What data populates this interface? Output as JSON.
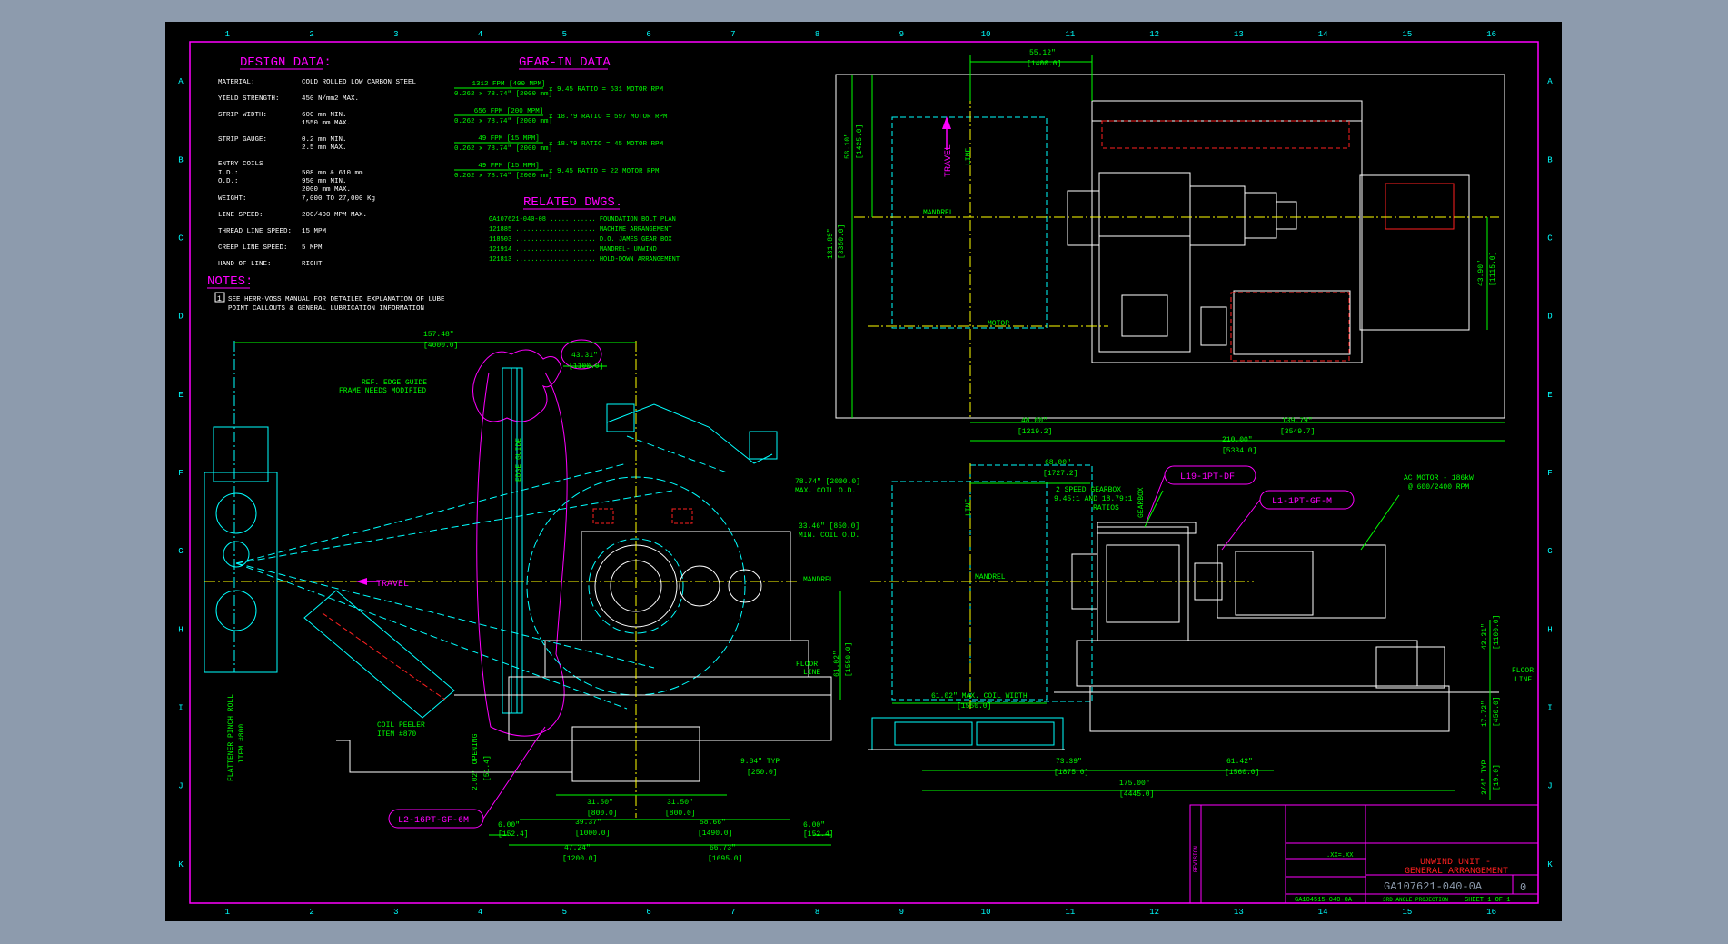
{
  "colors": {
    "background": "#8d9bad",
    "sheet": "#000000",
    "border": "#ff00ff",
    "cyan": "#00ffff",
    "green": "#00ff00",
    "white": "#ffffff",
    "yellow": "#ffff00",
    "red": "#ff2020"
  },
  "grid": {
    "columns": [
      "1",
      "2",
      "3",
      "4",
      "5",
      "6",
      "7",
      "8",
      "9",
      "10",
      "11",
      "12",
      "13",
      "14",
      "15",
      "16"
    ],
    "rows": [
      "A",
      "B",
      "C",
      "D",
      "E",
      "F",
      "G",
      "H",
      "I",
      "J",
      "K"
    ]
  },
  "design_data": {
    "heading": "DESIGN DATA:",
    "rows": [
      {
        "label": "MATERIAL:",
        "value": "COLD ROLLED LOW CARBON STEEL"
      },
      {
        "label": "YIELD STRENGTH:",
        "value": "450 N/mm2 MAX."
      },
      {
        "label": "STRIP WIDTH:",
        "value": "600 mm MIN."
      },
      {
        "label": "",
        "value": "1550 mm MAX."
      },
      {
        "label": "STRIP GAUGE:",
        "value": "0.2 mm MIN."
      },
      {
        "label": "",
        "value": "2.5 mm MAX."
      },
      {
        "label": "ENTRY COILS",
        "value": ""
      },
      {
        "label": "   I.D.:",
        "value": "508 mm & 610 mm"
      },
      {
        "label": "   O.D.:",
        "value": "950 mm MIN."
      },
      {
        "label": "",
        "value": "2000 mm MAX."
      },
      {
        "label": "   WEIGHT:",
        "value": "7,000 TO 27,000 Kg"
      },
      {
        "label": "LINE SPEED:",
        "value": "200/400 MPM MAX."
      },
      {
        "label": "THREAD LINE SPEED:",
        "value": "15 MPM"
      },
      {
        "label": "CREEP LINE SPEED:",
        "value": "5 MPM"
      },
      {
        "label": "HAND OF LINE:",
        "value": "RIGHT"
      }
    ]
  },
  "notes": {
    "heading": "NOTES:",
    "item_number": "1",
    "line1": "SEE HERR-VOSS MANUAL FOR DETAILED EXPLANATION OF LUBE",
    "line2": "POINT CALLOUTS & GENERAL LUBRICATION INFORMATION"
  },
  "gear_in_data": {
    "heading": "GEAR-IN DATA",
    "rows": [
      {
        "num": "1312 FPM [400 MPM]",
        "den": "0.262 x 78.74\" [2000 mm]",
        "result": "x 9.45 RATIO  =  631 MOTOR RPM"
      },
      {
        "num": "656 FPM [200 MPM]",
        "den": "0.262 x 78.74\" [2000 mm]",
        "result": "x 18.79 RATIO  =  597 MOTOR RPM"
      },
      {
        "num": "49 FPM [15 MPM]",
        "den": "0.262 x 78.74\" [2000 mm]",
        "result": "x 18.79 RATIO  =  45 MOTOR RPM"
      },
      {
        "num": "49 FPM [15 MPM]",
        "den": "0.262 x 78.74\" [2000 mm]",
        "result": "x 9.45 RATIO  =  22 MOTOR RPM"
      }
    ]
  },
  "related_dwgs": {
    "heading": "RELATED DWGS.",
    "rows": [
      "GA107621-040-08 ............ FOUNDATION BOLT PLAN",
      "121885 ..................... MACHINE ARRANGEMENT",
      "118503 ..................... D.O. JAMES GEAR BOX",
      "121914 ..................... MANDREL- UNWIND",
      "121813 ..................... HOLD-DOWN ARRANGEMENT"
    ]
  },
  "top_view": {
    "dim_top": "55.12\"",
    "dim_top_mm": "[1400.0]",
    "dim_left": "56.10\"",
    "dim_left_mm": "[1425.0]",
    "dim_left2": "131.89\"",
    "dim_left2_mm": "[3350.0]",
    "dim_right": "43.90\"",
    "dim_right_mm": "[1115.0]",
    "dim_b1": "48.00\"",
    "dim_b1_mm": "[1219.2]",
    "dim_b2": "139.79\"",
    "dim_b2_mm": "[3549.7]",
    "dim_b3": "210.00\"",
    "dim_b3_mm": "[5334.0]",
    "travel": "TRAVEL",
    "line": "LINE",
    "mandrel": "MANDREL",
    "motor": "MOTOR"
  },
  "side_view": {
    "dim_top": "157.48\"",
    "dim_top_mm": "[4000.0]",
    "dim_small": "43.31\"",
    "dim_small_mm": "[1100.0]",
    "edge_guide": "REF. EDGE GUIDE",
    "edge_guide2": "FRAME NEEDS MODIFIED",
    "edge_guide_v": "EDGE GUIDE",
    "coil_max": "78.74\" [2000.0]",
    "coil_max2": "MAX. COIL O.D.",
    "coil_min": "33.46\" [850.0]",
    "coil_min2": "MIN. COIL O.D.",
    "travel": "TRAVEL",
    "mandrel": "MANDREL",
    "floor_line": "FLOOR",
    "floor_line2": "LINE",
    "coil_peeler": "COIL PEELER",
    "coil_peeler2": "ITEM #870",
    "pinch_roll": "FLATTENER PINCH ROLL",
    "pinch_roll2": "ITEM #800",
    "callout_l2": "L2-16PT-GF-6M",
    "dim_h": "61.02\"",
    "dim_h_mm": "[1550.0]",
    "dim_opt": "2.02\" OPENING",
    "dim_opt_mm": "[51.4]",
    "typ": "9.84\" TYP",
    "typ_mm": "[250.0]",
    "d1": "31.50\"",
    "d1_mm": "[800.0]",
    "d2": "31.50\"",
    "d2_mm": "[800.0]",
    "d3": "39.37\"",
    "d3_mm": "[1000.0]",
    "d4": "58.66\"",
    "d4_mm": "[1490.0]",
    "d5": "6.00\"",
    "d5_mm": "[152.4]",
    "d6": "6.00\"",
    "d6_mm": "[152.4]",
    "d7": "47.24\"",
    "d7_mm": "[1200.0]",
    "d8": "66.73\"",
    "d8_mm": "[1695.0]"
  },
  "front_view": {
    "dim_top": "68.00\"",
    "dim_top_mm": "[1727.2]",
    "gearbox": "2 SPEED GEARBOX",
    "gearbox2": "9.45:1 AND 18.79:1",
    "gearbox3": "RATIOS",
    "gearbox_v": "GEARBOX",
    "callout_l19": "L19-1PT-DF",
    "callout_l1": "L1-1PT-GF-M",
    "ac_motor": "AC MOTOR - 186kW",
    "ac_motor2": "@ 600/2400 RPM",
    "line": "LINE",
    "mandrel": "MANDREL",
    "max_width": "61.02\" MAX. COIL WIDTH",
    "max_width_mm": "[1550.0]",
    "floor_line": "FLOOR",
    "floor_line2": "LINE",
    "r1": "43.31\"",
    "r1_mm": "[1100.0]",
    "r2": "17.72\"",
    "r2_mm": "[450.0]",
    "r3": "3/4\" TYP",
    "r3_mm": "[19.0]",
    "b1": "73.39\"",
    "b1_mm": "[1875.0]",
    "b2": "61.42\"",
    "b2_mm": "[1560.0]",
    "b3": "175.00\"",
    "b3_mm": "[4445.0]"
  },
  "title_block": {
    "title1": "UNWIND UNIT -",
    "title2": "GENERAL ARRANGEMENT",
    "dwg_no": "GA107621-040-0A",
    "revision": "0",
    "reference": "GA104515-040-0A",
    "sheet": "SHEET 1 OF 1",
    "revision_label": "REVISION",
    "projection": "3RD ANGLE PROJECTION",
    "scale": ".XX=.XX"
  }
}
